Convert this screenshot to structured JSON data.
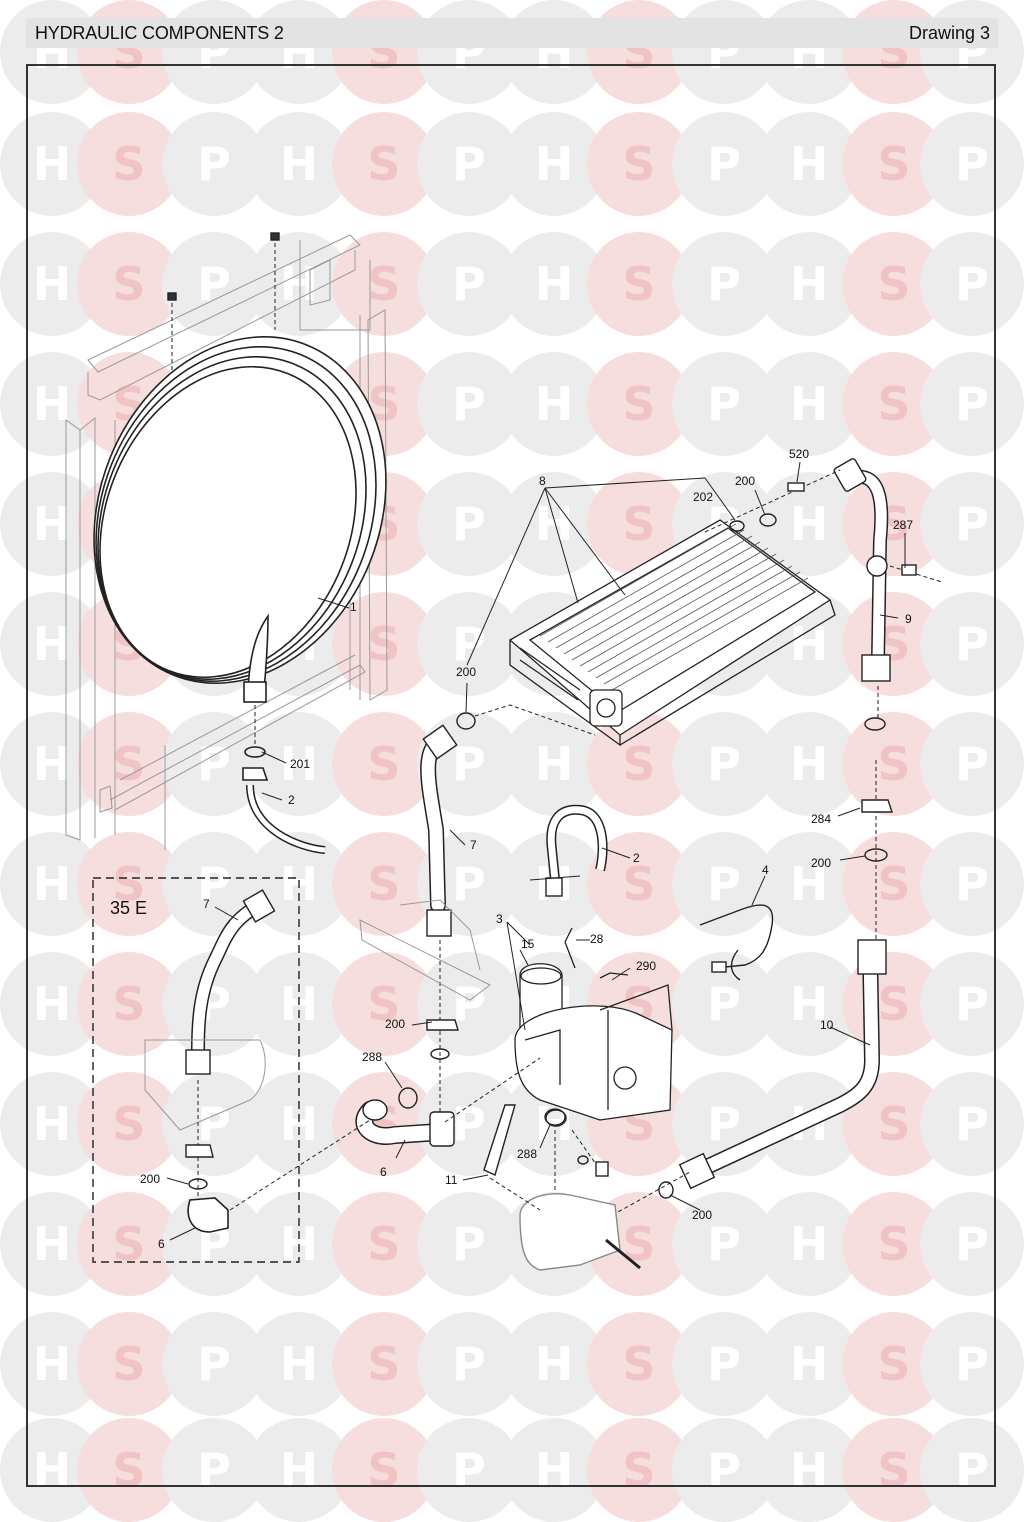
{
  "header": {
    "title": "HYDRAULIC COMPONENTS 2",
    "drawing": "Drawing 3"
  },
  "watermark": {
    "letters": [
      "H",
      "S",
      "P"
    ],
    "colors": {
      "h_p": "#ececec",
      "s": "#f7dede",
      "s_letter": "#f0c4c4",
      "hp_letter": "#ffffff"
    }
  },
  "inset": {
    "label": "35 E"
  },
  "callouts": [
    "1",
    "2",
    "201",
    "8",
    "200",
    "202",
    "520",
    "287",
    "9",
    "200",
    "7",
    "2",
    "284",
    "200",
    "4",
    "3",
    "15",
    "28",
    "290",
    "200",
    "10",
    "288",
    "288",
    "6",
    "11",
    "200",
    "7",
    "200",
    "6"
  ]
}
